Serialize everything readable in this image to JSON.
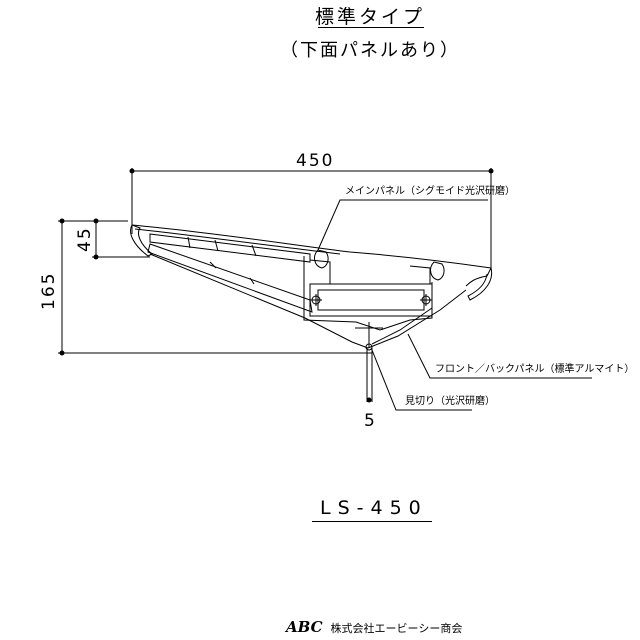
{
  "header": {
    "title": "標準タイプ",
    "subtitle": "（下面パネルあり）"
  },
  "dimensions": {
    "width": "450",
    "height_total": "165",
    "height_top": "45",
    "bottom": "5"
  },
  "labels": {
    "main_panel": "メインパネル（シグモイド光沢研磨）",
    "front_back_panel": "フロント／バックパネル（標準アルマイト）",
    "mikiri": "見切り（光沢研磨）"
  },
  "model": "LS-450",
  "footer": {
    "logo": "ABC",
    "company": "株式会社エービーシー商会"
  }
}
